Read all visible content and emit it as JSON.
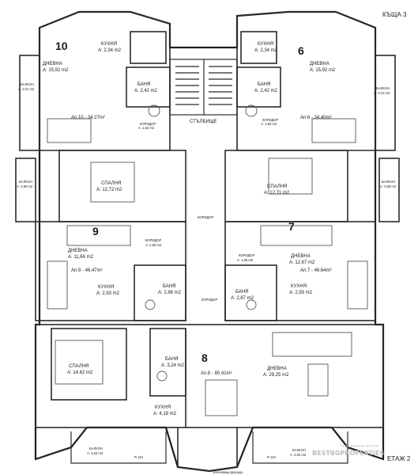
{
  "header": {
    "house": "КЪЩА 3",
    "floor": "ЕТАЖ 2"
  },
  "apartments": [
    {
      "id": "10",
      "total": "Ап.10 - 34.27m²"
    },
    {
      "id": "6",
      "total": "Ап.6 - 34.40m²"
    },
    {
      "id": "9",
      "total": "Ап.9 - 46.47m²"
    },
    {
      "id": "7",
      "total": "Ап.7 - 46.64m²"
    },
    {
      "id": "8",
      "total": "Ап.8 - 80.41m²"
    }
  ],
  "rooms": {
    "kitchen10": {
      "name": "КУХНЯ",
      "area": "А: 2,34 m2"
    },
    "living10": {
      "name": "ДНЕВНА",
      "area": "А: 15,92 m2"
    },
    "bath10": {
      "name": "БАНЯ",
      "area": "А: 2,42 m2"
    },
    "corr10": {
      "name": "КОРИДОР",
      "area": "А: 1,82 m2"
    },
    "balc10": {
      "name": "БАЛКОН",
      "area": "А: 3,01 m2"
    },
    "kitchen6": {
      "name": "КУХНЯ",
      "area": "А: 2,34 m2"
    },
    "living6": {
      "name": "ДНЕВНА",
      "area": "А: 15,92 m2"
    },
    "bath6": {
      "name": "БАНЯ",
      "area": "А: 2,42 m2"
    },
    "corr6": {
      "name": "КОРИДОР",
      "area": "А: 1,82 m2"
    },
    "balc6": {
      "name": "БАЛКОН",
      "area": "А: 3,01 m2"
    },
    "bed9": {
      "name": "СПАЛНЯ",
      "area": "А: 12,72 m2"
    },
    "living9": {
      "name": "ДНЕВНА",
      "area": "А: 11,66 m2"
    },
    "kitchen9": {
      "name": "КУХНЯ",
      "area": "А: 2,93 m2"
    },
    "bath9": {
      "name": "БАНЯ",
      "area": "А: 2,66 m2"
    },
    "corr9": {
      "name": "КОРИДОР",
      "area": "А: 2,55 m2"
    },
    "balc9": {
      "name": "БАЛКОН",
      "area": "А: 3,86 m2"
    },
    "bed7": {
      "name": "СПАЛНЯ",
      "area": "А: 12,71 m2"
    },
    "living7": {
      "name": "ДНЕВНА",
      "area": "А: 12,67 m2"
    },
    "kitchen7": {
      "name": "КУХНЯ",
      "area": "А: 2,93 m2"
    },
    "bath7": {
      "name": "БАНЯ",
      "area": "А: 2,67 m2"
    },
    "corr7": {
      "name": "КОРИДОР",
      "area": "А: 1,95 m2"
    },
    "balc7": {
      "name": "БАЛКОН",
      "area": "А: 3,86 m2"
    },
    "bed8": {
      "name": "СПАЛНЯ",
      "area": "А: 14,62 m2"
    },
    "bath8": {
      "name": "БАНЯ",
      "area": "А: 3,24 m2"
    },
    "living8": {
      "name": "ДНЕВНА",
      "area": "А: 29,25 m2"
    },
    "kitchen8": {
      "name": "КУХНЯ",
      "area": "А: 4,18 m2"
    },
    "balc8a": {
      "name": "БАЛКОН",
      "area": "А: 3,63 m2"
    },
    "balc8b": {
      "name": "БАЛКОН",
      "area": "А: 3,63 m2"
    }
  },
  "common": {
    "stairs": "СТЪЛБИЩЕ",
    "corridor": "КОРИДОР",
    "rail": "R 110",
    "facade": "изчезваща фасада"
  },
  "watermark": {
    "line1": "Недвижими имоти",
    "line2": "BESTBGPROPERTIES"
  }
}
